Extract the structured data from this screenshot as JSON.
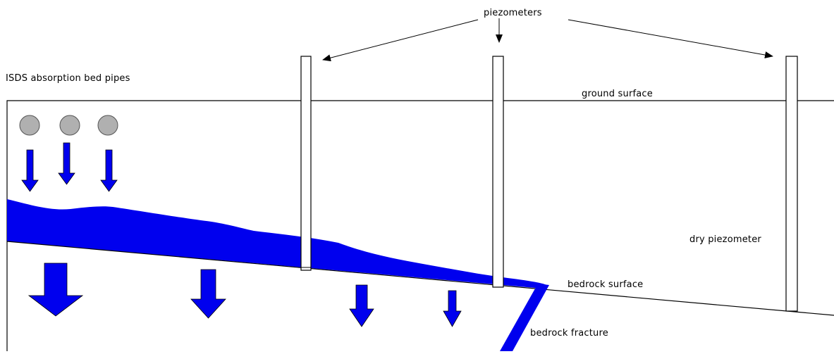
{
  "labels": {
    "piezometers": "piezometers",
    "absorption_bed_pipes": "ISDS absorption bed pipes",
    "ground_surface": "ground surface",
    "dry_piezometer": "dry piezometer",
    "bedrock_surface": "bedrock surface",
    "bedrock_fracture": "bedrock fracture"
  },
  "colors": {
    "water": "#0000ee",
    "pipe": "#b0b0b0",
    "line": "#000000"
  },
  "icons": {
    "pipe": "grey-circle",
    "flow": "blue-down-arrow"
  }
}
